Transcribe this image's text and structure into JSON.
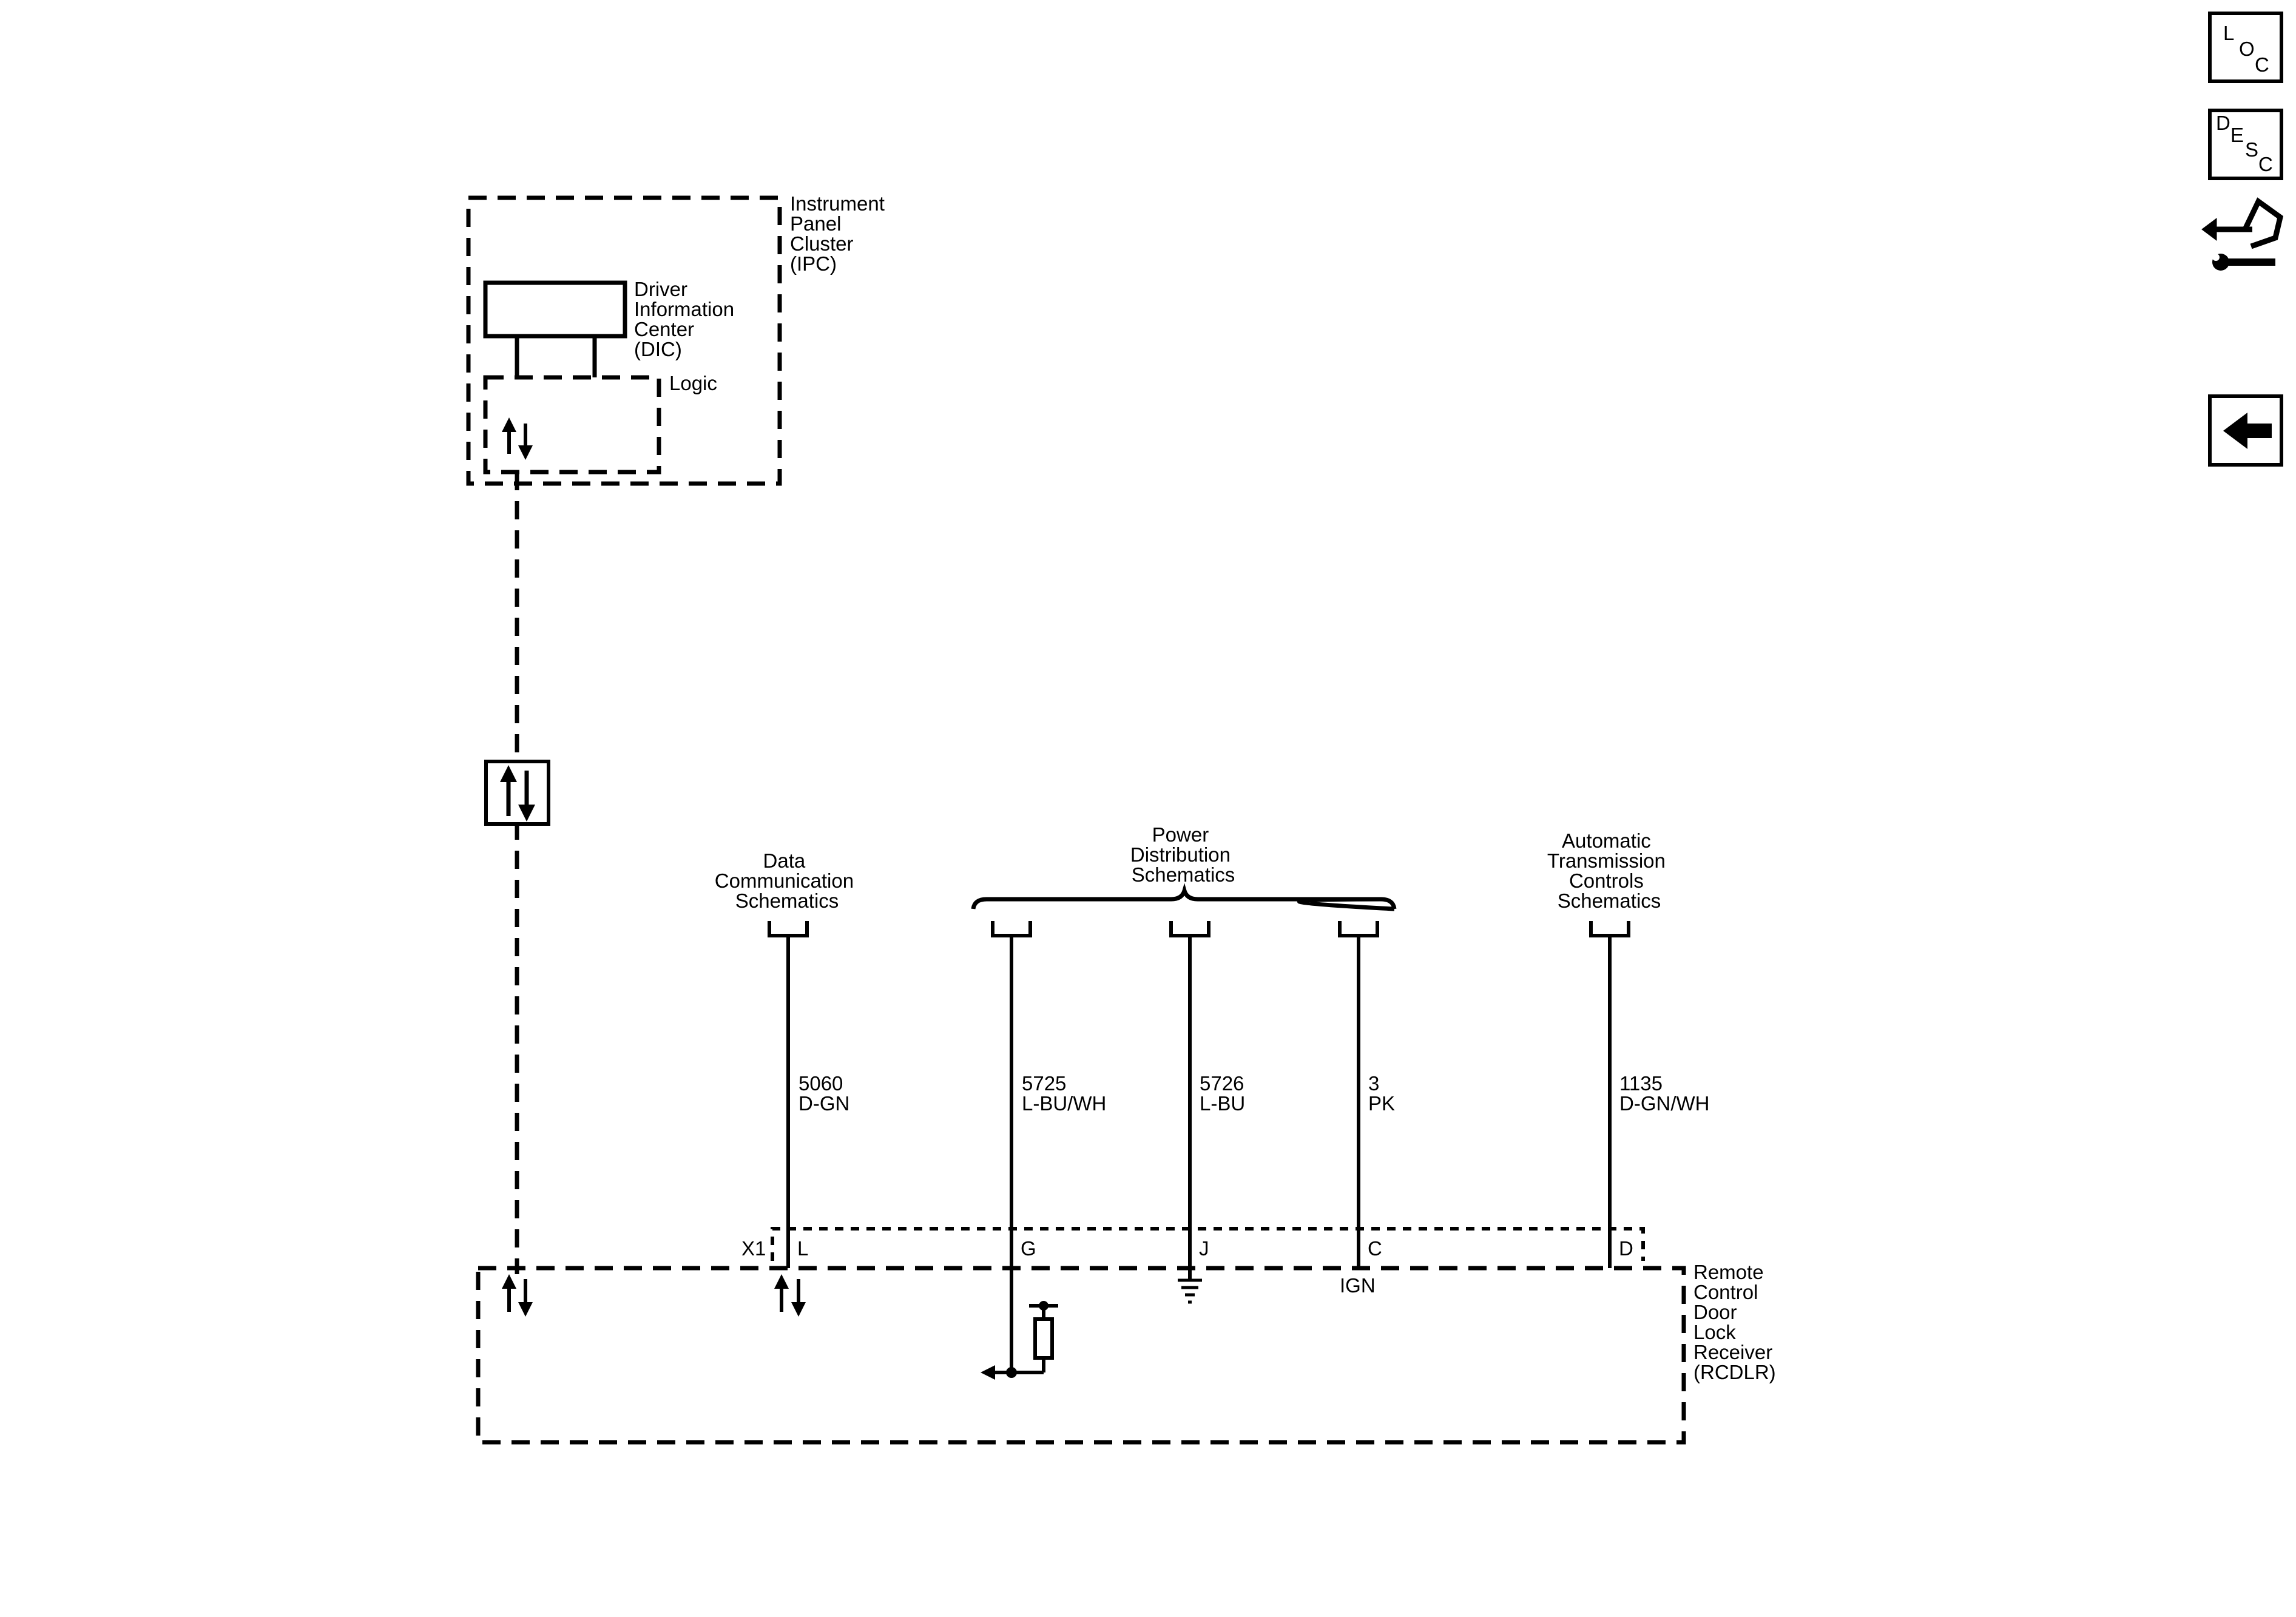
{
  "ipc": {
    "title_lines": [
      "Instrument",
      "Panel",
      "Cluster",
      "(IPC)"
    ],
    "dic_lines": [
      "Driver",
      "Information",
      "Center",
      "(DIC)"
    ],
    "logic_label": "Logic"
  },
  "rcdlr": {
    "title_lines": [
      "Remote",
      "Control",
      "Door",
      "Lock",
      "Receiver",
      "(RCDLR)"
    ],
    "connector_label": "X1",
    "ign_label": "IGN"
  },
  "references": {
    "data_comm": [
      "Data",
      "Communication",
      "Schematics"
    ],
    "power_dist": [
      "Power",
      "Distribution",
      "Schematics"
    ],
    "trans": [
      "Automatic",
      "Transmission",
      "Controls",
      "Schematics"
    ]
  },
  "circuits": [
    {
      "id": "5060",
      "number": "5060",
      "color": "D-GN",
      "pin": "L"
    },
    {
      "id": "5725",
      "number": "5725",
      "color": "L-BU/WH",
      "pin": "G"
    },
    {
      "id": "5726",
      "number": "5726",
      "color": "L-BU",
      "pin": "J"
    },
    {
      "id": "3",
      "number": "3",
      "color": "PK",
      "pin": "C"
    },
    {
      "id": "1135",
      "number": "1135",
      "color": "D-GN/WH",
      "pin": "D"
    }
  ],
  "nav": {
    "loc": [
      "L",
      "O",
      "C"
    ],
    "desc": [
      "D",
      "E",
      "S",
      "C"
    ]
  }
}
